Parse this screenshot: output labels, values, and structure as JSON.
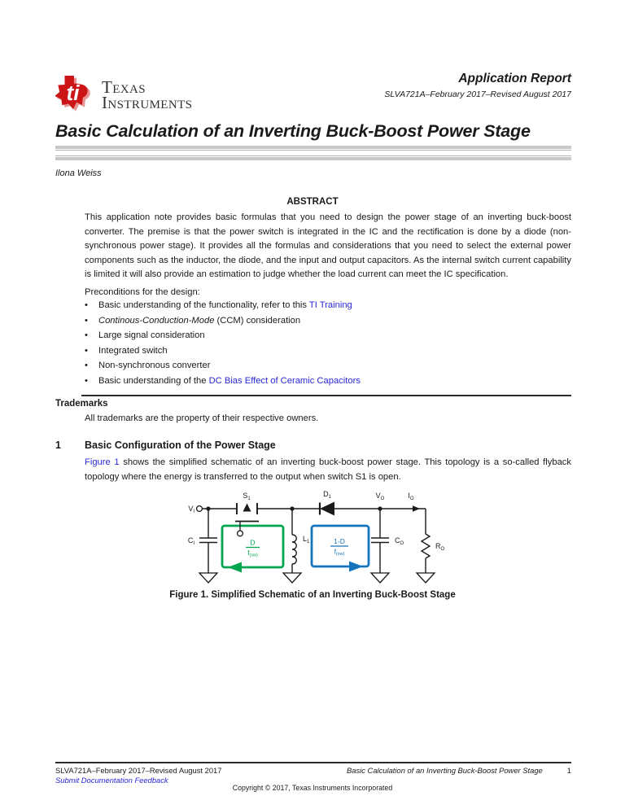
{
  "colors": {
    "ti_red": "#cc1517",
    "link_blue": "#2828d6",
    "on_loop_green": "#00a64f",
    "off_loop_blue": "#1474bc"
  },
  "header": {
    "logo_icon": "ti-texas-bug",
    "logo_monogram": "ti",
    "brand_line1": "Texas",
    "brand_line2": "Instruments",
    "doc_type": "Application Report",
    "doc_number": "SLVA721A–February 2017–Revised August 2017"
  },
  "title": "Basic Calculation of an Inverting Buck-Boost Power Stage",
  "author": "Ilona Weiss",
  "abstract": {
    "heading": "ABSTRACT",
    "body": "This application note provides basic formulas that you need to design the power stage of an inverting buck-boost converter. The premise is that the power switch is integrated in the IC and the rectification is done by a diode (non-synchronous power stage). It provides all the formulas and considerations that you need to select the external power components such as the inductor, the diode, and the input and output capacitors. As the internal switch current capability is limited it will also provide an estimation to judge whether the load current can meet the IC specification."
  },
  "preconditions": {
    "intro": "Preconditions for the design:",
    "bullet_char": "•",
    "items": [
      {
        "pre": "Basic understanding of the functionality, refer to this ",
        "link": "TI Training",
        "post": ""
      },
      {
        "italic": "Continous-Conduction-Mode",
        "post": " (CCM) consideration"
      },
      {
        "text": "Large signal consideration"
      },
      {
        "text": "Integrated switch"
      },
      {
        "text": "Non-synchronous converter"
      },
      {
        "pre": "Basic understanding of the ",
        "link": "DC Bias Effect of Ceramic Capacitors",
        "post": ""
      }
    ]
  },
  "trademarks": {
    "heading": "Trademarks",
    "body": "All trademarks are the property of their respective owners."
  },
  "section1": {
    "number": "1",
    "heading": "Basic Configuration of the Power Stage",
    "para_link": "Figure 1",
    "para_rest": " shows the simplified schematic of an inverting buck-boost power stage. This topology is a so-called flyback topology where the energy is transferred to the output when switch S1 is open."
  },
  "figure1": {
    "caption": "Figure 1. Simplified Schematic of an Inverting Buck-Boost Stage",
    "labels": {
      "vi": {
        "main": "V",
        "sub": "I"
      },
      "s1": {
        "main": "S",
        "sub": "1"
      },
      "d1": {
        "main": "D",
        "sub": "1"
      },
      "vo": {
        "main": "V",
        "sub": "O"
      },
      "io": {
        "main": "I",
        "sub": "O"
      },
      "ci": {
        "main": "C",
        "sub": "I"
      },
      "l1": {
        "main": "L",
        "sub": "1"
      },
      "co": {
        "main": "C",
        "sub": "O"
      },
      "ro": {
        "main": "R",
        "sub": "O"
      },
      "on_loop": {
        "num": "D",
        "den": "f",
        "den_sub": "(sw)"
      },
      "off_loop": {
        "num": "1-D",
        "den": "f",
        "den_sub": "(sw)"
      }
    }
  },
  "footer": {
    "doc_number": "SLVA721A–February 2017–Revised August 2017",
    "feedback_link": "Submit Documentation Feedback",
    "title": "Basic Calculation of an Inverting Buck-Boost Power Stage",
    "page_number": "1",
    "copyright": "Copyright © 2017, Texas Instruments Incorporated"
  }
}
